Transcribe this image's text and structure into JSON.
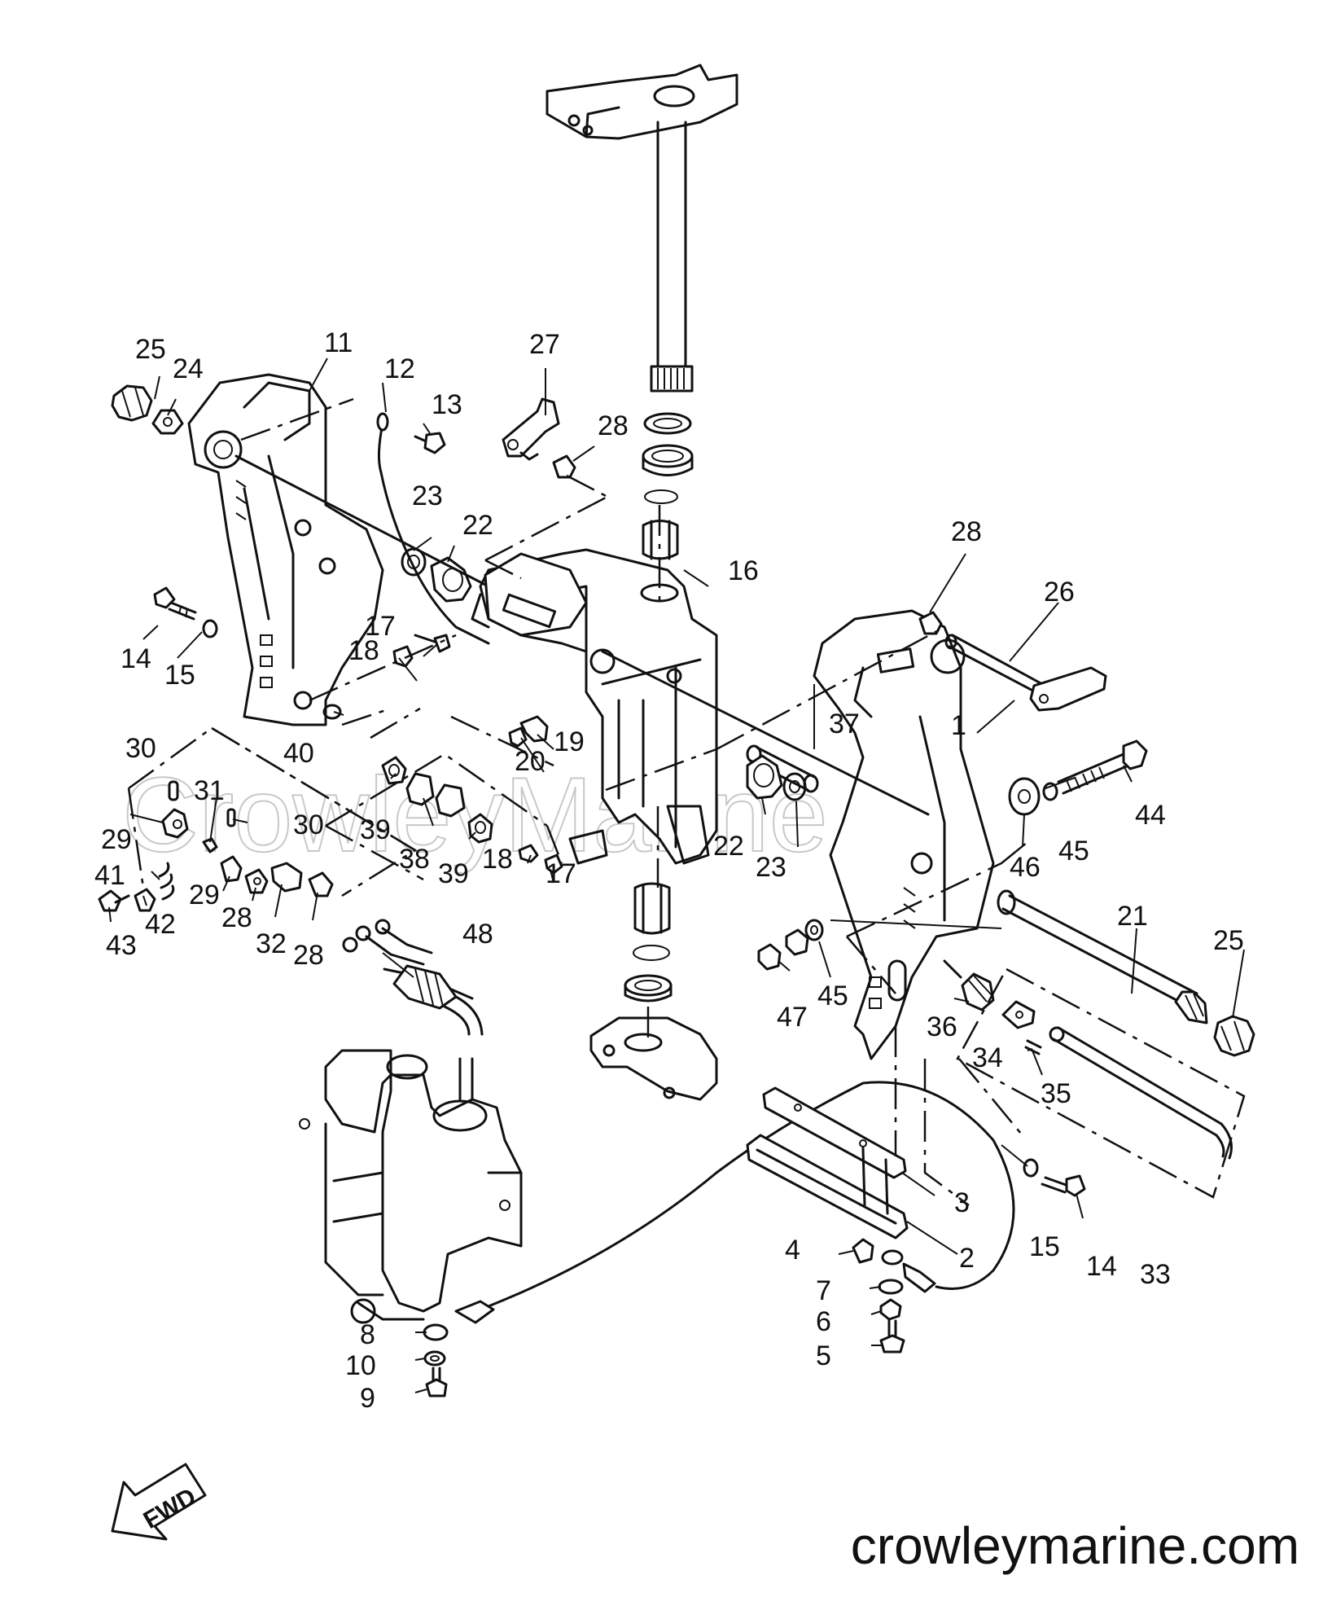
{
  "watermark": "CrowleyMarine",
  "footer": {
    "site": "crowleymarine.com"
  },
  "direction_label": "FWD",
  "callouts": [
    {
      "id": "c1",
      "label": "1"
    },
    {
      "id": "c2",
      "label": "2"
    },
    {
      "id": "c3",
      "label": "3"
    },
    {
      "id": "c4",
      "label": "4"
    },
    {
      "id": "c5",
      "label": "5"
    },
    {
      "id": "c6",
      "label": "6"
    },
    {
      "id": "c7",
      "label": "7"
    },
    {
      "id": "c8",
      "label": "8"
    },
    {
      "id": "c9",
      "label": "9"
    },
    {
      "id": "c10",
      "label": "10"
    },
    {
      "id": "c11",
      "label": "11"
    },
    {
      "id": "c12",
      "label": "12"
    },
    {
      "id": "c13",
      "label": "13"
    },
    {
      "id": "c14a",
      "label": "14"
    },
    {
      "id": "c14b",
      "label": "14"
    },
    {
      "id": "c15a",
      "label": "15"
    },
    {
      "id": "c15b",
      "label": "15"
    },
    {
      "id": "c16",
      "label": "16"
    },
    {
      "id": "c17a",
      "label": "17"
    },
    {
      "id": "c17b",
      "label": "17"
    },
    {
      "id": "c18a",
      "label": "18"
    },
    {
      "id": "c18b",
      "label": "18"
    },
    {
      "id": "c19",
      "label": "19"
    },
    {
      "id": "c20",
      "label": "20"
    },
    {
      "id": "c21",
      "label": "21"
    },
    {
      "id": "c22a",
      "label": "22"
    },
    {
      "id": "c22b",
      "label": "22"
    },
    {
      "id": "c23a",
      "label": "23"
    },
    {
      "id": "c23b",
      "label": "23"
    },
    {
      "id": "c24",
      "label": "24"
    },
    {
      "id": "c25a",
      "label": "25"
    },
    {
      "id": "c25b",
      "label": "25"
    },
    {
      "id": "c26",
      "label": "26"
    },
    {
      "id": "c27",
      "label": "27"
    },
    {
      "id": "c28a",
      "label": "28"
    },
    {
      "id": "c28b",
      "label": "28"
    },
    {
      "id": "c28c",
      "label": "28"
    },
    {
      "id": "c28d",
      "label": "28"
    },
    {
      "id": "c29a",
      "label": "29"
    },
    {
      "id": "c29b",
      "label": "29"
    },
    {
      "id": "c30a",
      "label": "30"
    },
    {
      "id": "c30b",
      "label": "30"
    },
    {
      "id": "c31",
      "label": "31"
    },
    {
      "id": "c32",
      "label": "32"
    },
    {
      "id": "c33",
      "label": "33"
    },
    {
      "id": "c34",
      "label": "34"
    },
    {
      "id": "c35",
      "label": "35"
    },
    {
      "id": "c36",
      "label": "36"
    },
    {
      "id": "c37",
      "label": "37"
    },
    {
      "id": "c38",
      "label": "38"
    },
    {
      "id": "c39a",
      "label": "39"
    },
    {
      "id": "c39b",
      "label": "39"
    },
    {
      "id": "c40",
      "label": "40"
    },
    {
      "id": "c41",
      "label": "41"
    },
    {
      "id": "c42",
      "label": "42"
    },
    {
      "id": "c43",
      "label": "43"
    },
    {
      "id": "c44",
      "label": "44"
    },
    {
      "id": "c45a",
      "label": "45"
    },
    {
      "id": "c45b",
      "label": "45"
    },
    {
      "id": "c46",
      "label": "46"
    },
    {
      "id": "c47",
      "label": "47"
    },
    {
      "id": "c48",
      "label": "48"
    }
  ]
}
